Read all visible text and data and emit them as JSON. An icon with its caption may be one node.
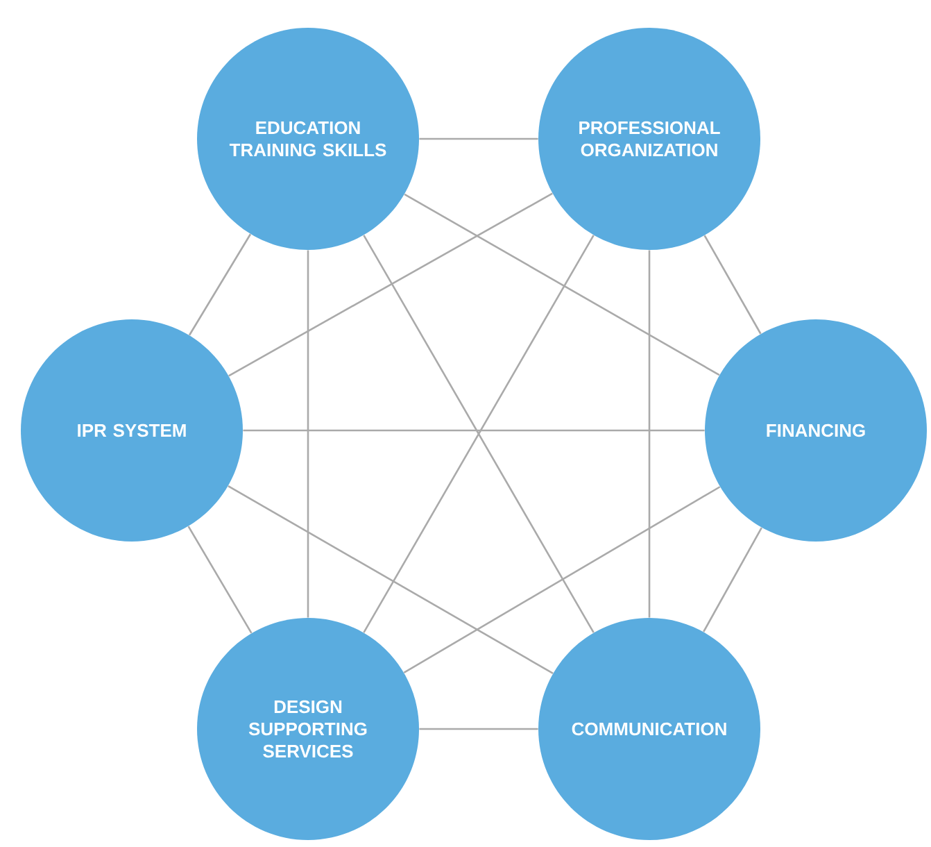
{
  "diagram": {
    "nodes": [
      {
        "text": [
          "EDUCATION TRAINING SKILLS"
        ]
      },
      {
        "text": [
          "PROFESSIONAL ORGANIZATION"
        ]
      },
      {
        "text": [
          "IPR SYSTEM"
        ]
      },
      {
        "text": [
          "FINANCING"
        ]
      },
      {
        "text": [
          "DESIGN SUPPORTING SERVICES"
        ]
      },
      {
        "text": [
          "COMMUNICATION"
        ]
      }
    ],
    "edges": [
      {
        "from": 0,
        "to": 1,
        "arrow": "none"
      },
      {
        "from": 0,
        "to": 2,
        "arrow": "none"
      },
      {
        "from": 0,
        "to": 3,
        "arrow": "none"
      },
      {
        "from": 0,
        "to": 4,
        "arrow": "none"
      },
      {
        "from": 0,
        "to": 5,
        "arrow": "none"
      },
      {
        "from": 1,
        "to": 2,
        "arrow": "none"
      },
      {
        "from": 1,
        "to": 3,
        "arrow": "none"
      },
      {
        "from": 1,
        "to": 4,
        "arrow": "none"
      },
      {
        "from": 1,
        "to": 5,
        "arrow": "none"
      },
      {
        "from": 2,
        "to": 3,
        "arrow": "none"
      },
      {
        "from": 2,
        "to": 4,
        "arrow": "none"
      },
      {
        "from": 2,
        "to": 5,
        "arrow": "none"
      },
      {
        "from": 3,
        "to": 4,
        "arrow": "none"
      },
      {
        "from": 3,
        "to": 5,
        "arrow": "none"
      },
      {
        "from": 4,
        "to": 5,
        "arrow": "none"
      }
    ]
  }
}
